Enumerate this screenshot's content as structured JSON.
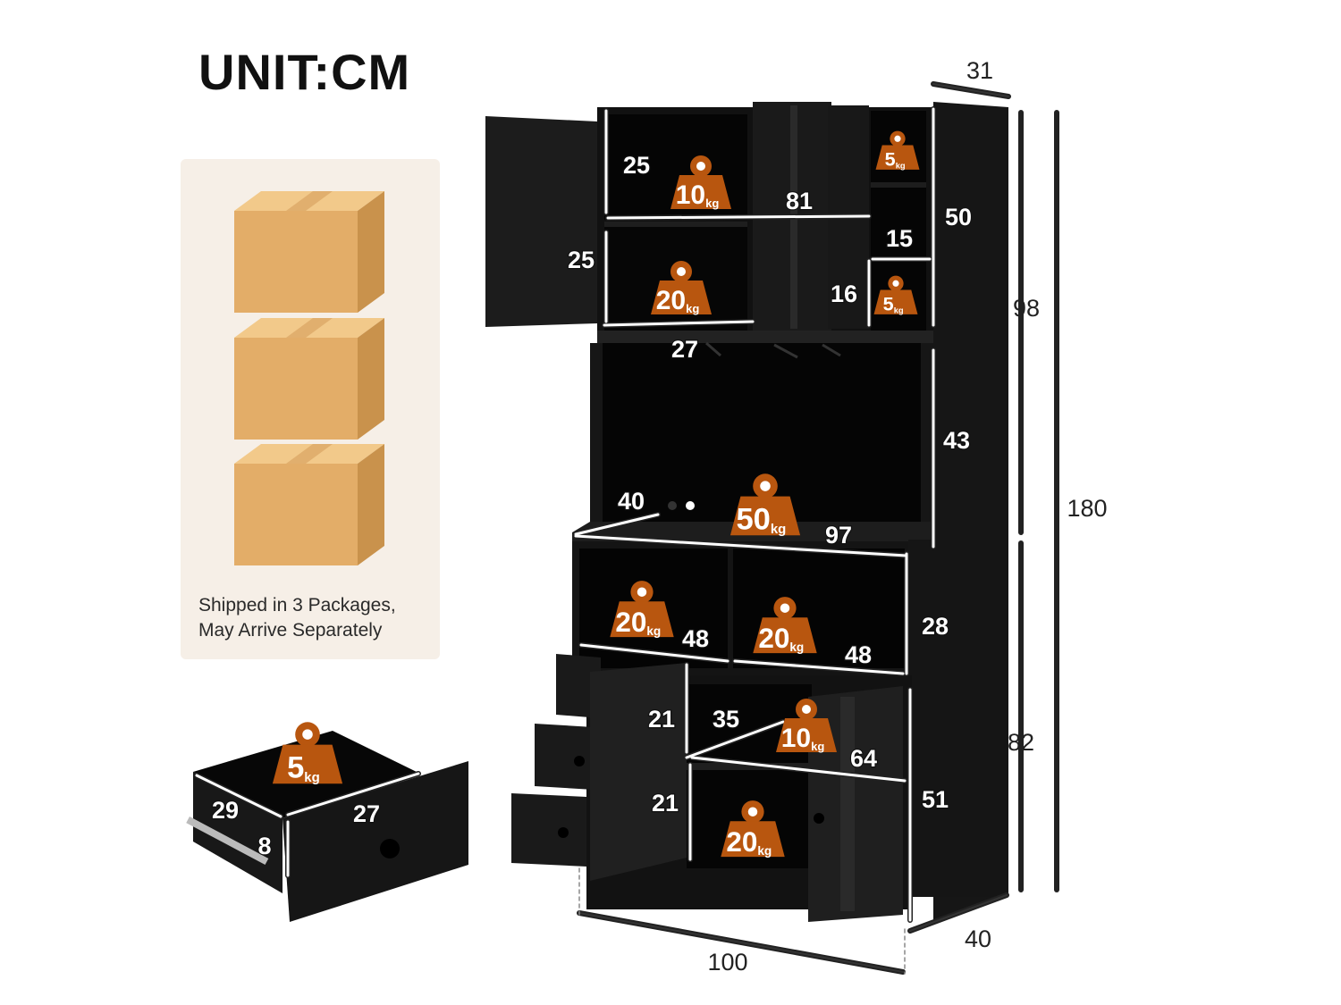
{
  "title": "UNIT:CM",
  "shipping": {
    "line1": "Shipped in 3 Packages,",
    "line2": "May Arrive Separately",
    "package_icon": "cardboard-box-icon",
    "box_color": "#e8b673"
  },
  "colors": {
    "weight_badge": "#b8560f",
    "cabinet": "#1b1b1b",
    "interior": "#070707",
    "arrow_inner": "#ffffff",
    "arrow_outline": "#222222"
  },
  "weight_icon": "weight-tag-icon",
  "weight_unit": "kg",
  "weights": [
    {
      "id": "upper-left-top",
      "value": "10"
    },
    {
      "id": "upper-right-top",
      "value": "5"
    },
    {
      "id": "upper-left-bottom",
      "value": "20"
    },
    {
      "id": "upper-right-bottom",
      "value": "5"
    },
    {
      "id": "countertop",
      "value": "50"
    },
    {
      "id": "middle-left",
      "value": "20"
    },
    {
      "id": "middle-right",
      "value": "20"
    },
    {
      "id": "lower-top",
      "value": "10"
    },
    {
      "id": "lower-bottom",
      "value": "20"
    },
    {
      "id": "drawer",
      "value": "5"
    }
  ],
  "dimensions": {
    "depth_top": "31",
    "upper_shelf_height_top": "25",
    "upper_inner_width": "81",
    "upper_right_height": "50",
    "upper_shelf_height_bottom": "25",
    "right_compartment_width": "15",
    "right_compartment_height": "16",
    "upper_shelf_width": "27",
    "total_upper_height": "98",
    "open_space_height": "43",
    "total_height": "180",
    "counter_depth": "40",
    "counter_width": "97",
    "cubby_height": "28",
    "cubby_width_left": "48",
    "cubby_width_right": "48",
    "lower_total_height": "82",
    "lower_shelf_height_top": "21",
    "lower_shelf_depth": "35",
    "lower_shelf_width": "64",
    "lower_shelf_height_bottom": "21",
    "lower_cabinet_height": "51",
    "total_width": "100",
    "base_depth": "40",
    "drawer_depth": "29",
    "drawer_width": "27",
    "drawer_height": "8"
  }
}
